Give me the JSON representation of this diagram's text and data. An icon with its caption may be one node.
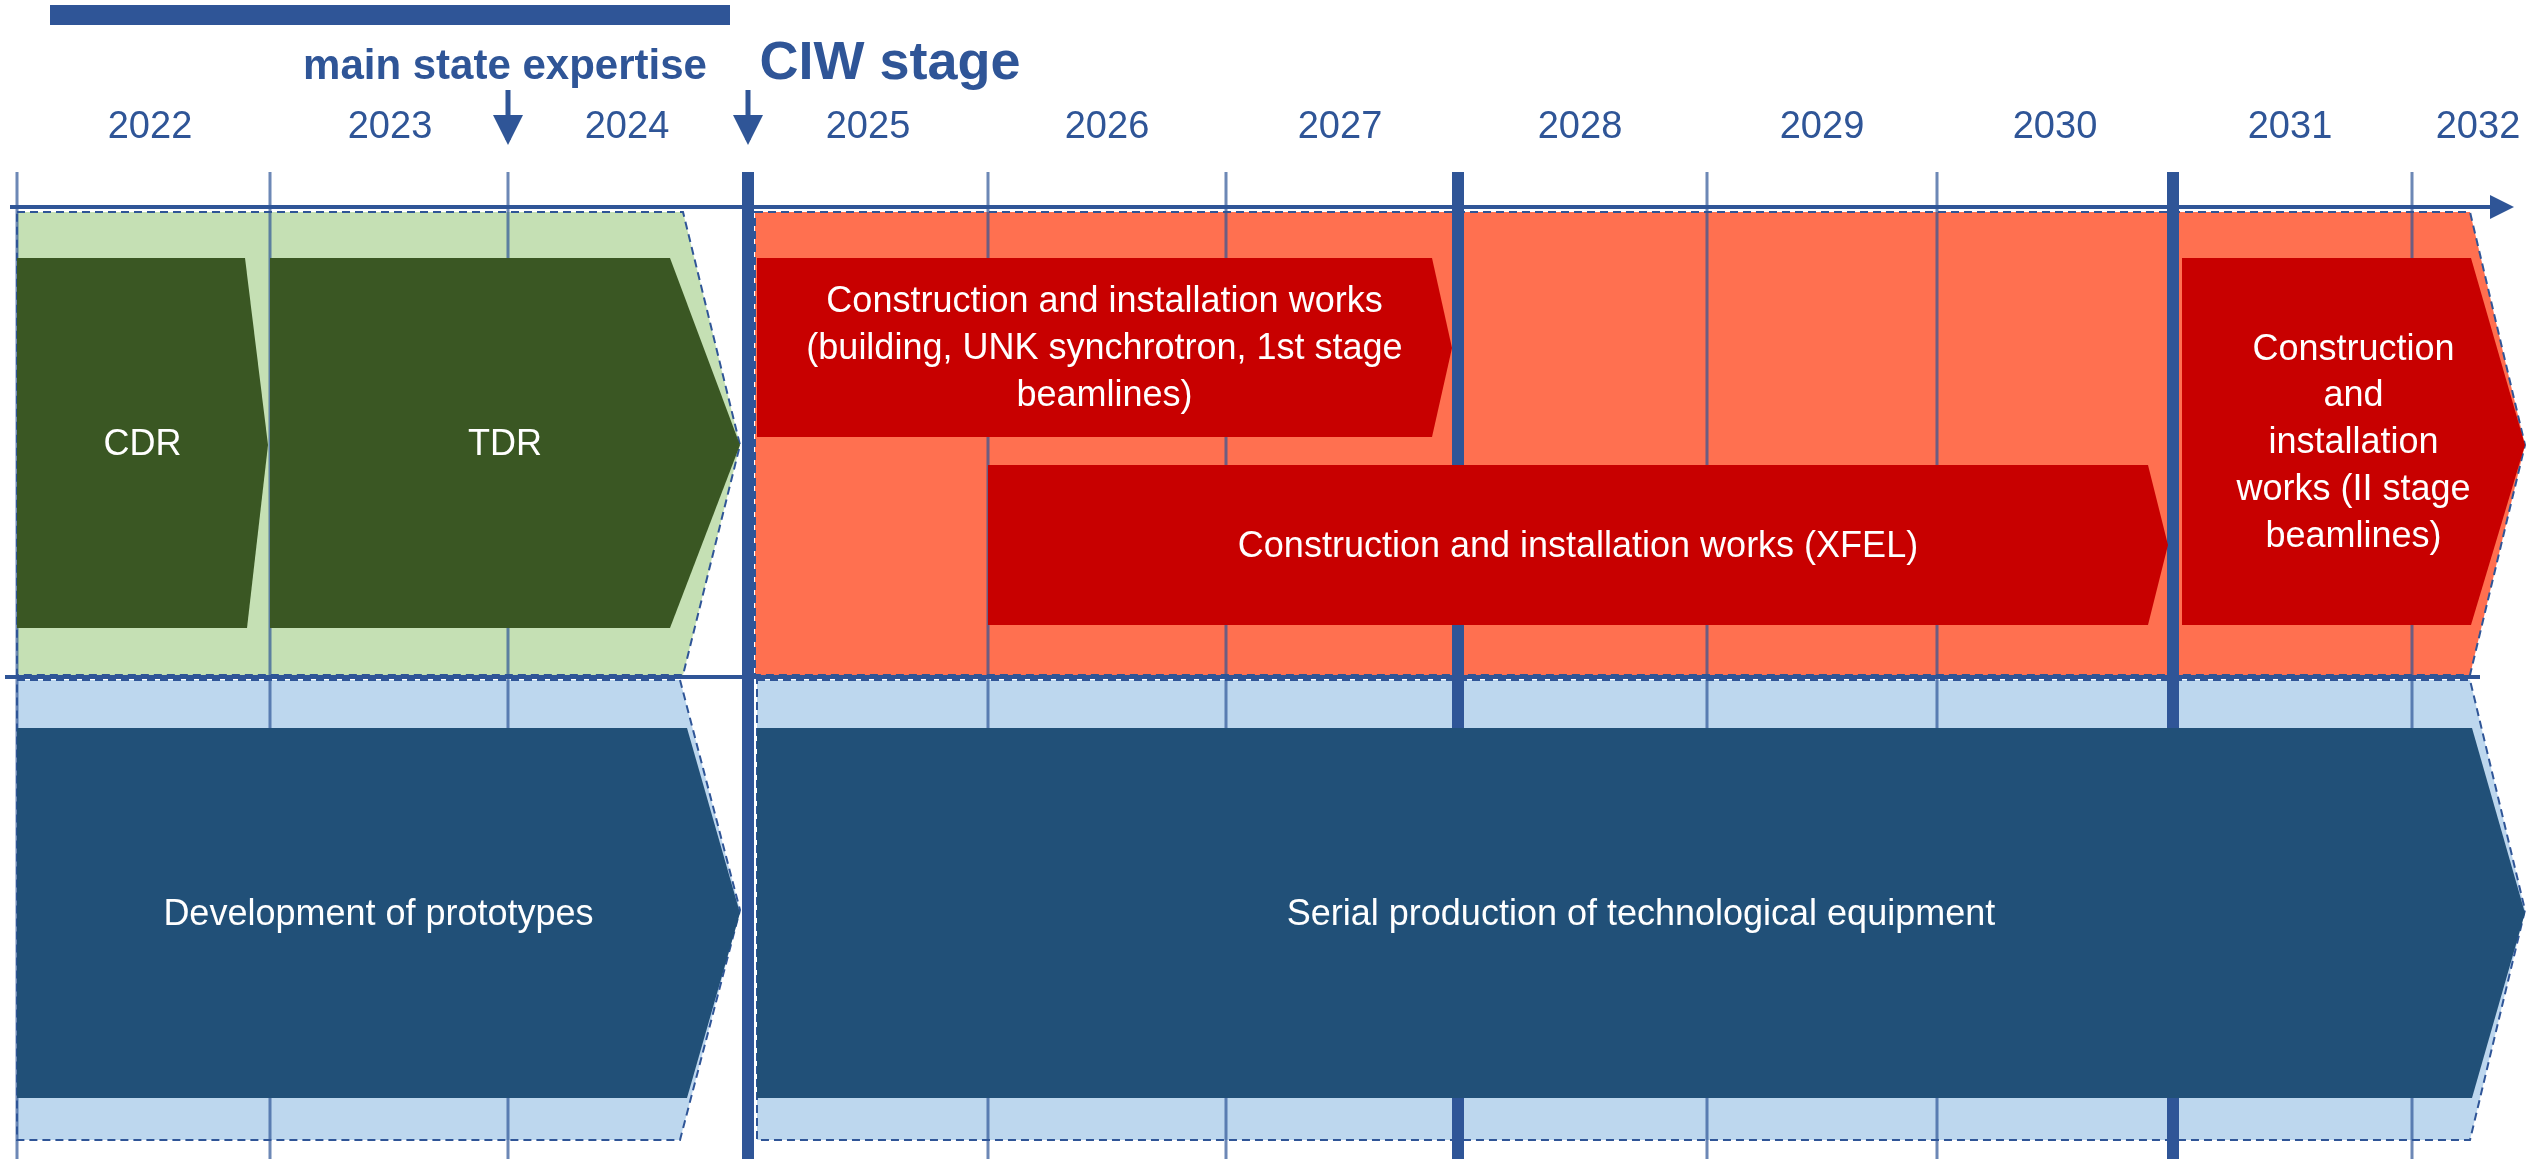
{
  "diagram": {
    "nodes": [
      {
        "text": [
          "CDR"
        ]
      },
      {
        "text": [
          "TDR"
        ]
      },
      {
        "text": [
          "Construction and installation works (building, UNK synchrotron, 1st stage beamlines)"
        ]
      },
      {
        "text": [
          "Construction and installation works (XFEL)"
        ]
      },
      {
        "text": [
          "Construction and installation works (II stage beamlines)"
        ]
      },
      {
        "text": [
          "Development of prototypes"
        ]
      },
      {
        "text": [
          "Serial production of technological equipment"
        ]
      }
    ],
    "labels": [
      "main state expertise",
      "CIW stage",
      "2022",
      "2023",
      "2024",
      "2025",
      "2026",
      "2027",
      "2028",
      "2029",
      "2030",
      "2031",
      "2032"
    ]
  }
}
